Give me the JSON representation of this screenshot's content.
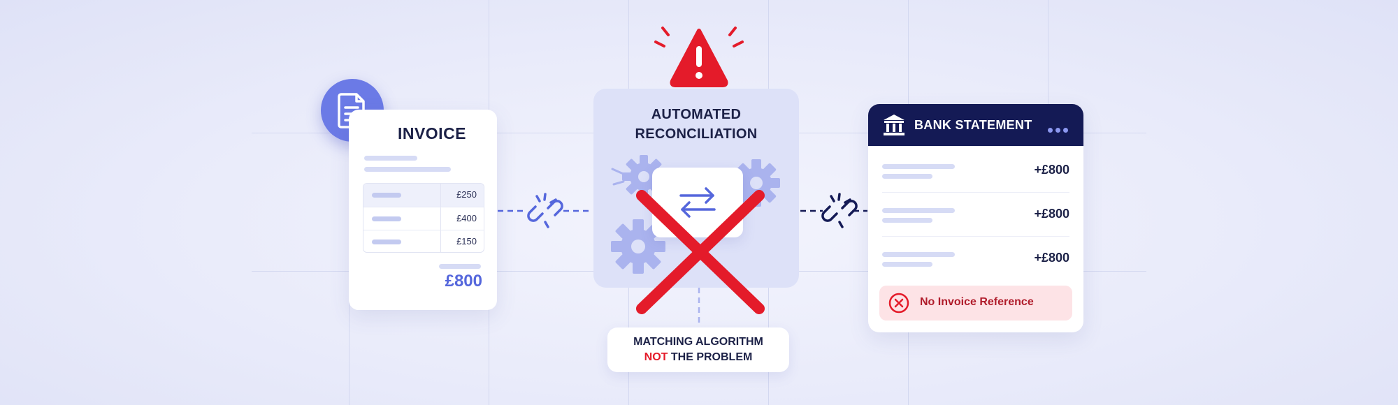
{
  "invoice": {
    "title": "INVOICE",
    "rows": [
      {
        "amount": "£250"
      },
      {
        "amount": "£400"
      },
      {
        "amount": "£150"
      }
    ],
    "total": "£800"
  },
  "center": {
    "title_line1": "AUTOMATED",
    "title_line2": "RECONCILIATION"
  },
  "caption": {
    "line1": "MATCHING ALGORITHM",
    "not_word": "NOT",
    "line2_rest": " THE PROBLEM"
  },
  "bank": {
    "title": "BANK STATEMENT",
    "rows": [
      {
        "amount": "+£800"
      },
      {
        "amount": "+£800"
      },
      {
        "amount": "+£800"
      }
    ],
    "alert": "No Invoice Reference"
  },
  "icons": {
    "invoice": "document-icon",
    "bank": "bank-icon",
    "warning": "warning-triangle-icon",
    "link": "broken-link-icon",
    "gear": "gear-icon",
    "swap": "swap-arrows-icon",
    "cross": "cross-icon",
    "alert": "circle-x-icon"
  },
  "colors": {
    "accent": "#5567dc",
    "navy": "#141a55",
    "error": "#e41b2a",
    "alert_bg": "#fde3e6"
  }
}
